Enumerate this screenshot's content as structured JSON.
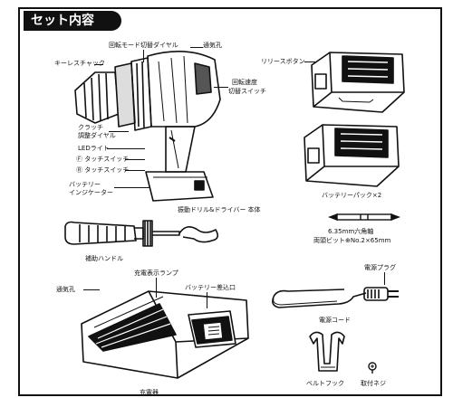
{
  "title": "セット内容",
  "drill": {
    "mode_dial": "回転モード切替ダイヤル",
    "vent": "通気孔",
    "chuck": "キーレスチャック",
    "speed_switch_1": "回転速度",
    "speed_switch_2": "切替スイッチ",
    "clutch_1": "クラッチ",
    "clutch_2": "調整ダイヤル",
    "led": "LEDライト",
    "f_switch": "Ⓕ タッチスイッチ",
    "r_switch": "Ⓡ タッチスイッチ",
    "battery_indicator_1": "バッテリー",
    "battery_indicator_2": "インジケーター",
    "caption": "振動ドリル&ドライバー 本体"
  },
  "battery": {
    "release_button": "リリースボタン",
    "caption": "バッテリーパック×2"
  },
  "bit": {
    "line1": "6.35mm六角軸",
    "line2": "両頭ビット⊕No.2×65mm"
  },
  "handle": {
    "caption": "補助ハンドル"
  },
  "charger": {
    "vent": "通気孔",
    "lamp": "充電表示ランプ",
    "slot": "バッテリー差込口",
    "caption": "充電器"
  },
  "cord": {
    "plug": "電源プラグ",
    "caption": "電源コード"
  },
  "belt_hook": {
    "caption": "ベルトフック"
  },
  "screw": {
    "caption": "取付ネジ"
  }
}
